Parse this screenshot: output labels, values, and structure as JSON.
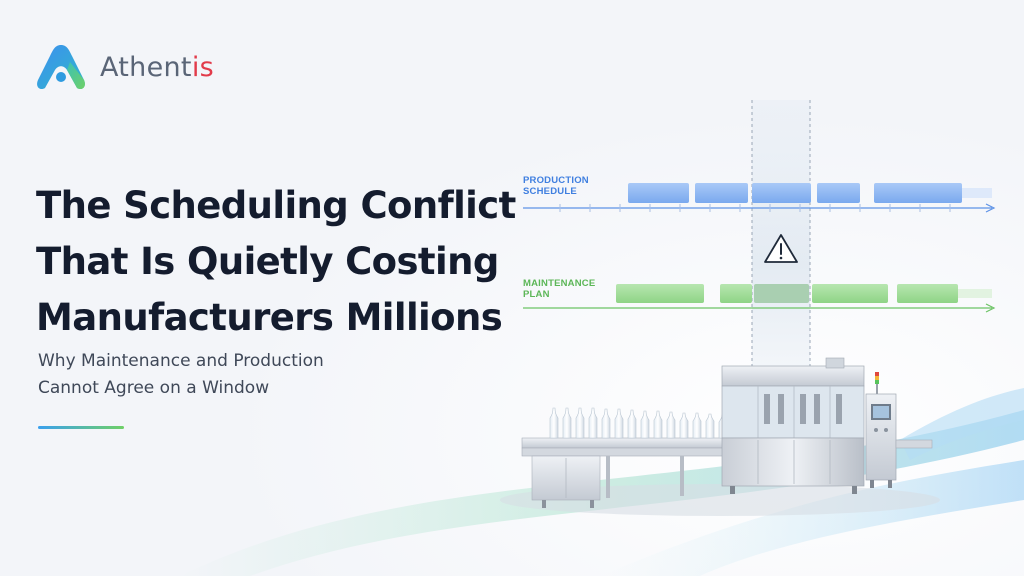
{
  "brand": {
    "name_main": "Athent",
    "name_accent": "is"
  },
  "hero": {
    "title_lines": [
      "The Scheduling Conflict",
      "That Is Quietly Costing",
      "Manufacturers Millions"
    ],
    "subtitle_lines": [
      "Why Maintenance and Production",
      "Cannot Agree on a Window"
    ]
  },
  "timeline": {
    "production_label": [
      "PRODUCTION",
      "SCHEDULE"
    ],
    "maintenance_label": [
      "MAINTENANCE",
      "PLAN"
    ]
  },
  "colors": {
    "title": "#141c2e",
    "production": "#3f7fe0",
    "maintenance": "#5cb657",
    "logo_accent": "#e23b4a"
  },
  "icons": [
    "logo-mark-icon",
    "warning-triangle-icon"
  ]
}
